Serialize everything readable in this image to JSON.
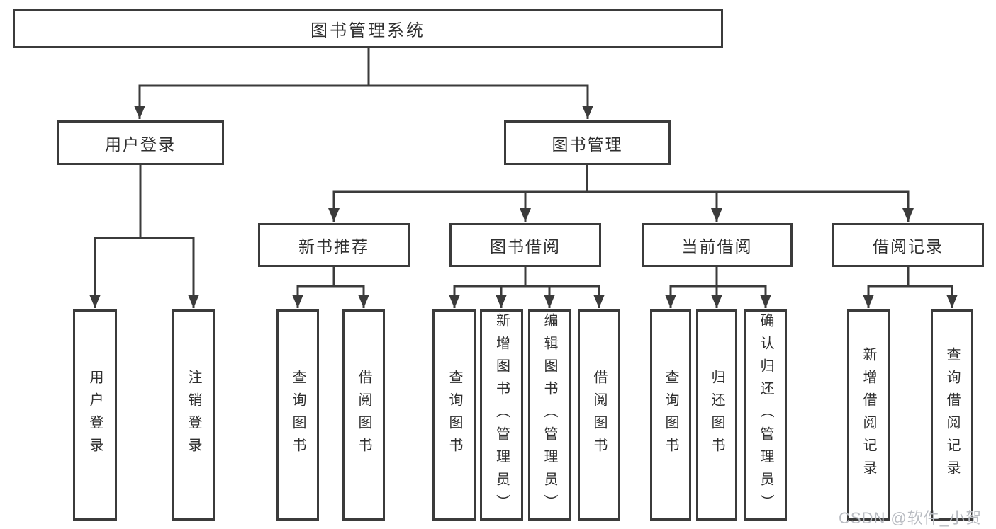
{
  "tree": {
    "root": {
      "label": "图书管理系统"
    },
    "branches": [
      {
        "label": "用户登录",
        "leaves": [
          {
            "label": "用户登录"
          },
          {
            "label": "注销登录"
          }
        ]
      },
      {
        "label": "图书管理",
        "groups": [
          {
            "label": "新书推荐",
            "leaves": [
              {
                "label": "查询图书"
              },
              {
                "label": "借阅图书"
              }
            ]
          },
          {
            "label": "图书借阅",
            "leaves": [
              {
                "label": "查询图书"
              },
              {
                "label": "新增图书（管理员）"
              },
              {
                "label": "编辑图书（管理员）"
              },
              {
                "label": "借阅图书"
              }
            ]
          },
          {
            "label": "当前借阅",
            "leaves": [
              {
                "label": "查询图书"
              },
              {
                "label": "归还图书"
              },
              {
                "label": "确认归还（管理员）"
              }
            ]
          },
          {
            "label": "借阅记录",
            "leaves": [
              {
                "label": "新增借阅记录"
              },
              {
                "label": "查询借阅记录"
              }
            ]
          }
        ]
      }
    ]
  },
  "watermark": {
    "text": "CSDN @软件_小贺同学"
  },
  "colors": {
    "line": "#3b3b3b",
    "text": "#2f2f2f",
    "background": "#ffffff",
    "watermark": "#b9bcc2"
  }
}
